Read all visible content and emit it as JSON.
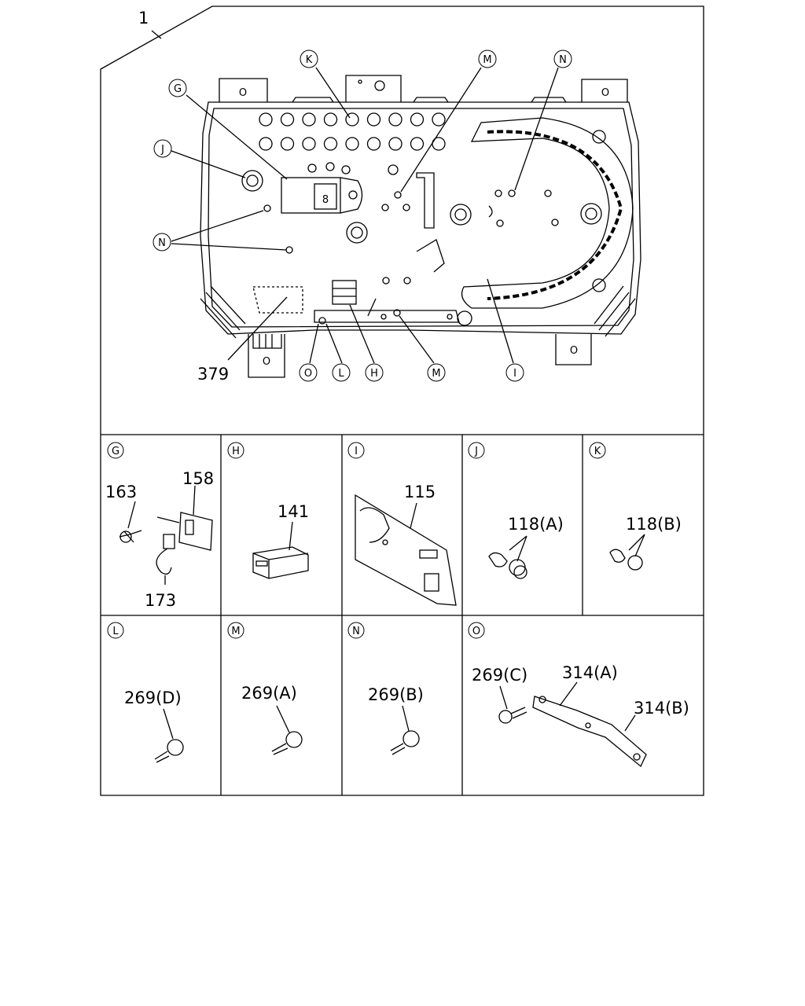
{
  "main_view": {
    "assembly_ref": "1",
    "callouts": {
      "K": "K",
      "M_top": "M",
      "N_top": "N",
      "G": "G",
      "J": "J",
      "N_left": "N",
      "ref_379": "379",
      "O": "O",
      "L": "L",
      "H": "H",
      "M_bottom": "M",
      "I": "I"
    },
    "mount_tab_label": "O"
  },
  "panels": [
    {
      "letter": "G",
      "parts": [
        "163",
        "158",
        "173"
      ]
    },
    {
      "letter": "H",
      "parts": [
        "141"
      ]
    },
    {
      "letter": "I",
      "parts": [
        "115"
      ]
    },
    {
      "letter": "J",
      "parts": [
        "118(A)"
      ]
    },
    {
      "letter": "K",
      "parts": [
        "118(B)"
      ]
    },
    {
      "letter": "L",
      "parts": [
        "269(D)"
      ]
    },
    {
      "letter": "M",
      "parts": [
        "269(A)"
      ]
    },
    {
      "letter": "N",
      "parts": [
        "269(B)"
      ]
    },
    {
      "letter": "O",
      "parts": [
        "269(C)",
        "314(A)",
        "314(B)"
      ]
    }
  ]
}
